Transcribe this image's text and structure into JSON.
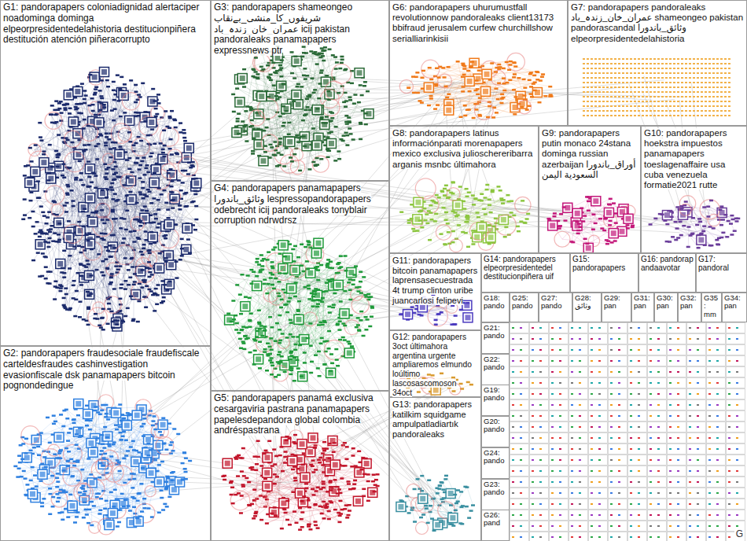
{
  "diagram": {
    "nodes": [
      {
        "text": [
          "G1: pandorapapers coloniadignidad alertaciper noadominga dominga elpeorpresidentedelahistoria destitucionpiñera destitución atención piñeracorrupto"
        ]
      },
      {
        "text": [
          "G2: pandorapapers fraudesociale fraudefiscale carteldesfraudes cashinvestigation evasionfiscale dsk panamapapers bitcoin pognondedingue"
        ]
      },
      {
        "text": [
          "G3: pandorapapers shameongeo شریفوں_کا_منشی_بےنقاب عمران_خان_زندہ_باد icij pakistan pandoraleaks panamapapers expressnews ptr"
        ]
      },
      {
        "text": [
          "G4: pandorapapers panamapapers وثائق_باندورا lespressopandorapapers odebrecht icij pandoraleaks tonyblair corruption ndrwdrsz"
        ]
      },
      {
        "text": [
          "G5: pandorapapers panamá exclusiva cesargaviria pastrana panamapapers papelesdepandora global colombia andréspastrana"
        ]
      },
      {
        "text": [
          "G6: pandorapapers uhurumustfall revolutionnow pandoraleaks client13173 bbifraud jerusalem curfew churchillshow serialliarinkisii"
        ]
      },
      {
        "text": [
          "G7: pandorapapers pandoraleaks عمران_خان_زندہ_باد shameongeo pakistan pandorascandal وثائق_باندورا elpeorpresidentedelahistoria"
        ]
      },
      {
        "text": [
          "G8: pandorapapers latinus informaciónparati morenapapers mexico exclusiva julioschereribarra arganis msnbc últimahora"
        ]
      },
      {
        "text": [
          "G9: pandorapapers putin monaco 24stana dominga russian azerbaijan أوراق_باندورا السعودية اليمن"
        ]
      },
      {
        "text": [
          "G10: pandorapapers hoekstra impuestos panamapapers toeslagenaffaire usa cuba venezuela formatie2021 rutte"
        ]
      },
      {
        "text": [
          "G11: pandorapapers bitcoin panamapapers laprensasecuestrada 4t trump clinton uribe juancarlosi felipevi"
        ]
      },
      {
        "text": [
          "G12: pandorapapers 3oct últimahora argentina urgente ampliaremos elmundo loúltimo lascosascomoson 34oct"
        ]
      },
      {
        "text": [
          "G13: pandorapapers katilkim squidgame ampulpatladiartık pandoraleaks"
        ]
      },
      {
        "text": [
          "G14: pandorapapers elpeorpresidentedel destitucionpiñera uif"
        ]
      },
      {
        "text": [
          "G15: pandorapapers"
        ]
      },
      {
        "text": [
          "G16: pandorap andaavotar"
        ]
      },
      {
        "text": [
          "G17: pandoral"
        ]
      },
      {
        "text": [
          "G18: pando"
        ]
      },
      {
        "text": [
          "G25: pando"
        ]
      },
      {
        "text": [
          "G27: pando"
        ]
      },
      {
        "text": [
          "G28: وثائق"
        ]
      },
      {
        "text": [
          "G29: pan"
        ]
      },
      {
        "text": [
          "G31: pan"
        ]
      },
      {
        "text": [
          "G30: pan"
        ]
      },
      {
        "text": [
          "G32: pan"
        ]
      },
      {
        "text": [
          "G35: mm"
        ]
      },
      {
        "text": [
          "G34: pan"
        ]
      },
      {
        "text": [
          "G21: pando"
        ]
      },
      {
        "text": [
          "G22: pando"
        ]
      },
      {
        "text": [
          "G19: pando"
        ]
      },
      {
        "text": [
          "G20: pando"
        ]
      },
      {
        "text": [
          "G24: pando"
        ]
      },
      {
        "text": [
          "G23: pando"
        ]
      },
      {
        "text": [
          "G26: pand"
        ]
      }
    ],
    "labels": [
      "G"
    ]
  }
}
